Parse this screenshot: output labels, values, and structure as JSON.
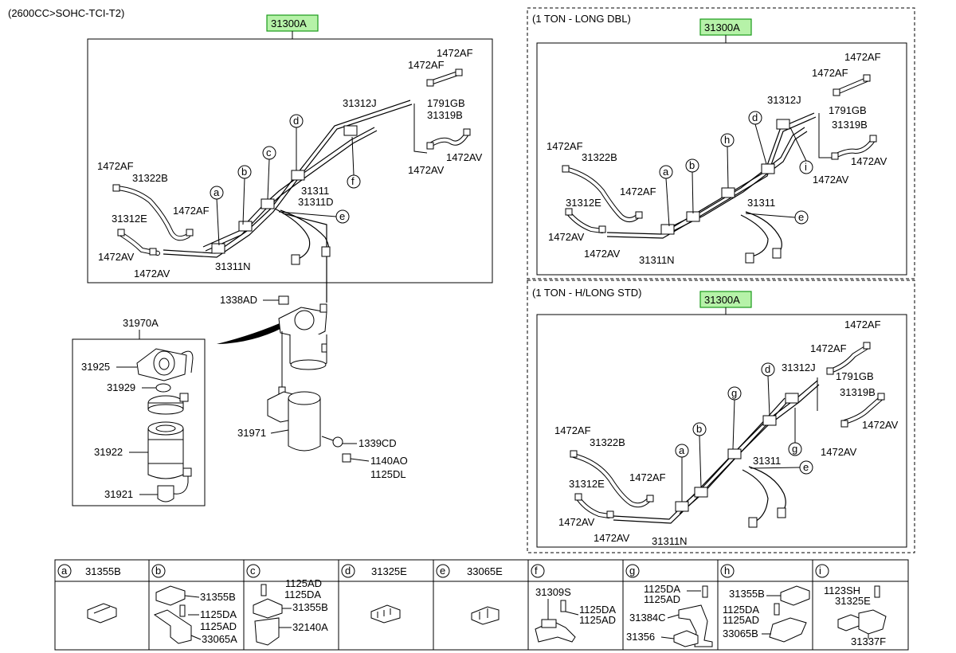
{
  "header": {
    "engine_label": "(2600CC>SOHC-TCI-T2)"
  },
  "sections": {
    "main": {
      "assembly": "31300A"
    },
    "long_dbl": {
      "title": "(1 TON - LONG DBL)",
      "assembly": "31300A"
    },
    "hlong_std": {
      "title": "(1 TON - H/LONG STD)",
      "assembly": "31300A"
    }
  },
  "main_labels": {
    "p1472AF_a": "1472AF",
    "p1472AF_b": "1472AF",
    "p1472AF_c": "1472AF",
    "p1472AF_d": "1472AF",
    "p31312J": "31312J",
    "p1791GB": "1791GB",
    "p31319B": "31319B",
    "p1472AV_a": "1472AV",
    "p1472AV_b": "1472AV",
    "p1472AV_c": "1472AV",
    "p1472AV_d": "1472AV",
    "p31322B": "31322B",
    "p31312E": "31312E",
    "p31311": "31311",
    "p31311D": "31311D",
    "p31311N": "31311N"
  },
  "long_dbl_labels": {
    "p1472AF_a": "1472AF",
    "p1472AF_b": "1472AF",
    "p1472AF_c": "1472AF",
    "p1472AF_d": "1472AF",
    "p31312J": "31312J",
    "p1791GB": "1791GB",
    "p31319B": "31319B",
    "p1472AV_a": "1472AV",
    "p1472AV_b": "1472AV",
    "p1472AV_c": "1472AV",
    "p1472AV_d": "1472AV",
    "p31322B": "31322B",
    "p31312E": "31312E",
    "p31311": "31311",
    "p31311N": "31311N"
  },
  "hlong_std_labels": {
    "p1472AF_a": "1472AF",
    "p1472AF_b": "1472AF",
    "p1472AF_c": "1472AF",
    "p1472AF_d": "1472AF",
    "p31312J": "31312J",
    "p1791GB": "1791GB",
    "p31319B": "31319B",
    "p1472AV_a": "1472AV",
    "p1472AV_b": "1472AV",
    "p1472AV_c": "1472AV",
    "p1472AV_d": "1472AV",
    "p31322B": "31322B",
    "p31312E": "31312E",
    "p31311": "31311",
    "p31311N": "31311N"
  },
  "filter": {
    "assembly": "31970A",
    "p31925": "31925",
    "p31929": "31929",
    "p31922": "31922",
    "p31921": "31921",
    "p1338AD": "1338AD",
    "p31971": "31971",
    "p1339CD": "1339CD",
    "p1140AO": "1140AO",
    "p1125DL": "1125DL"
  },
  "callouts": {
    "a": "a",
    "b": "b",
    "c": "c",
    "d": "d",
    "e": "e",
    "f": "f",
    "g": "g",
    "h": "h",
    "i": "i"
  },
  "legend": [
    {
      "key": "a",
      "header": "31355B",
      "parts": []
    },
    {
      "key": "b",
      "header": "",
      "parts": [
        "31355B",
        "1125DA",
        "1125AD",
        "33065A"
      ]
    },
    {
      "key": "c",
      "header": "",
      "parts": [
        "1125AD",
        "1125DA",
        "31355B",
        "32140A"
      ]
    },
    {
      "key": "d",
      "header": "31325E",
      "parts": []
    },
    {
      "key": "e",
      "header": "33065E",
      "parts": []
    },
    {
      "key": "f",
      "header": "",
      "parts": [
        "31309S",
        "1125DA",
        "1125AD"
      ]
    },
    {
      "key": "g",
      "header": "",
      "parts": [
        "1125DA",
        "1125AD",
        "31384C",
        "31356"
      ]
    },
    {
      "key": "h",
      "header": "",
      "parts": [
        "31355B",
        "1125DA",
        "1125AD",
        "33065B"
      ]
    },
    {
      "key": "i",
      "header": "",
      "parts": [
        "1123SH",
        "31325E",
        "31337F"
      ]
    }
  ],
  "colors": {
    "highlight_fill": "#b6f2a8",
    "highlight_border": "#1a9a1a",
    "line": "#000000"
  }
}
